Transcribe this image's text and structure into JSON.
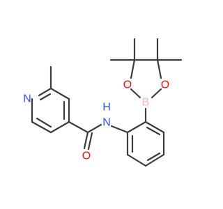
{
  "atoms": {
    "pyridine_n": {
      "text": "N",
      "color": "#3050f8"
    },
    "amide_n": {
      "text": "N",
      "color": "#3050f8"
    },
    "amide_h": {
      "text": "H",
      "color": "#3050f8"
    },
    "carbonyl_o": {
      "text": "O",
      "color": "#ff0d0d"
    },
    "boronate_o_left": {
      "text": "O",
      "color": "#ff0d0d"
    },
    "boronate_o_right": {
      "text": "O",
      "color": "#ff0d0d"
    },
    "boron": {
      "text": "B",
      "color": "#ffb5b5"
    }
  },
  "colors": {
    "bond": "#3c3c3c",
    "background": "#ffffff"
  }
}
